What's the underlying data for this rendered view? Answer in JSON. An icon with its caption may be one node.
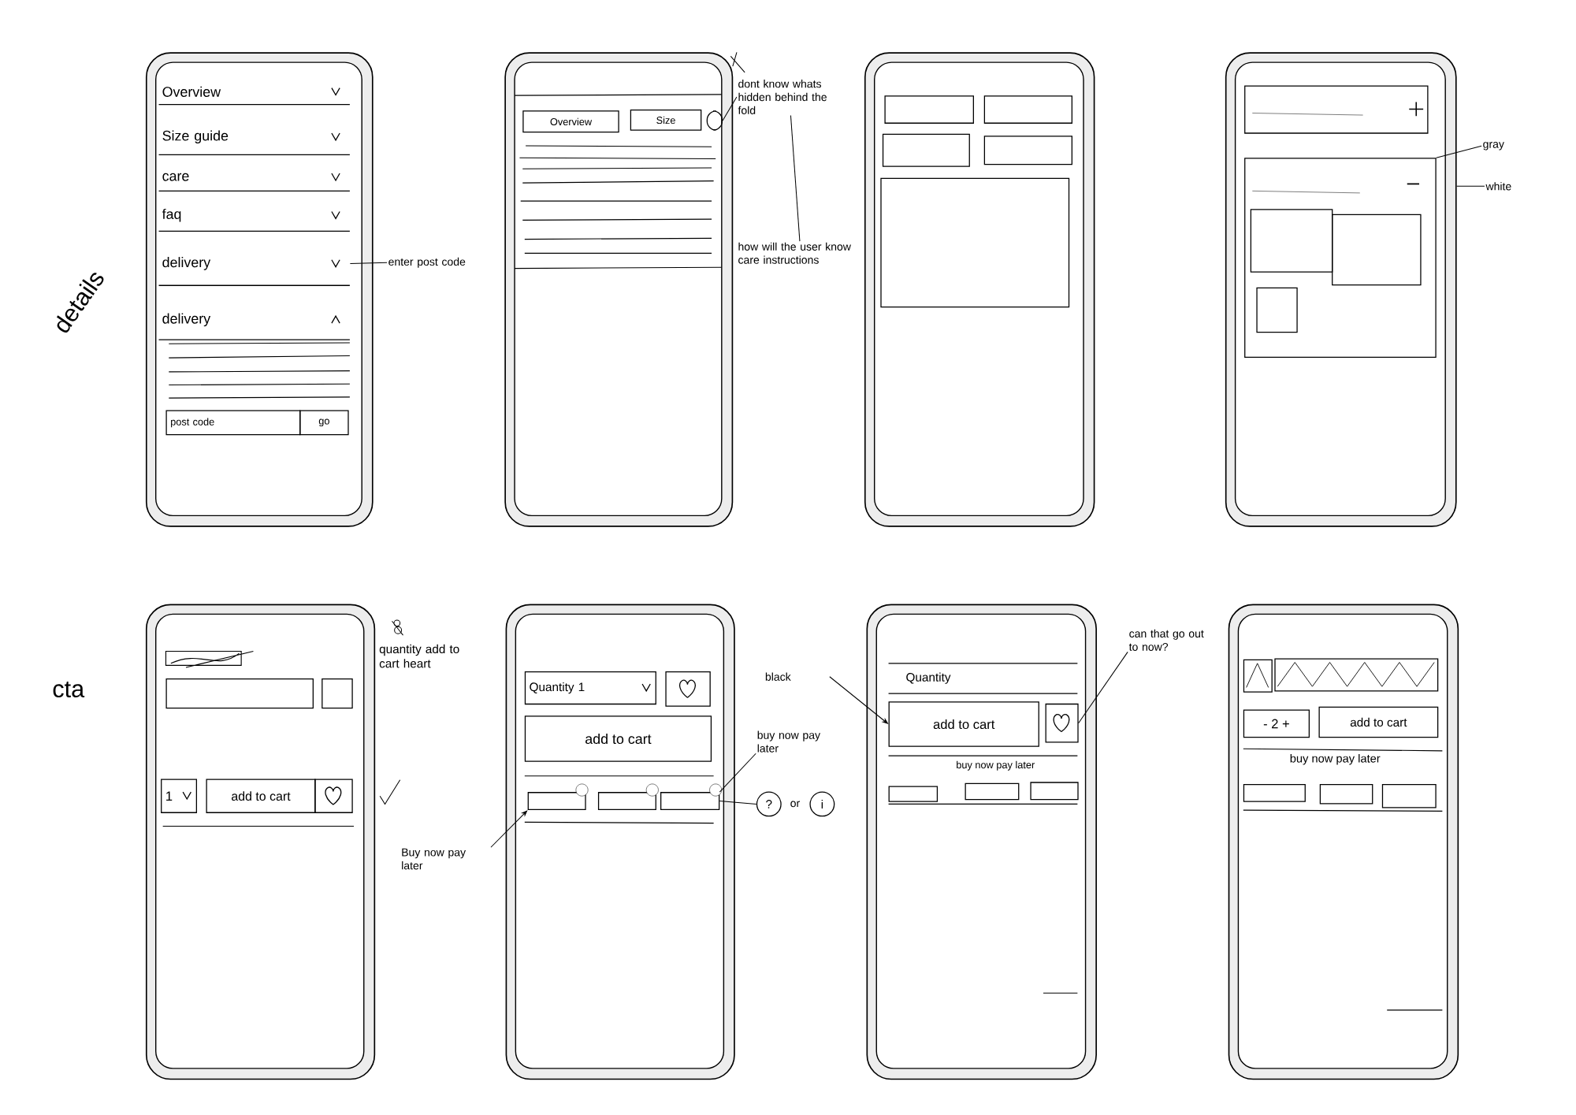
{
  "diagram": {
    "nodes": [
      {
        "text": [],
        "shape": "phone"
      },
      {
        "text": [
          "Overview"
        ],
        "in": 0
      },
      {
        "text": [
          "Size guide"
        ],
        "in": 0
      },
      {
        "text": [
          "care"
        ],
        "in": 0
      },
      {
        "text": [
          "faq"
        ],
        "in": 0
      },
      {
        "text": [
          "delivery"
        ],
        "in": 0
      },
      {
        "text": [
          "delivery"
        ],
        "in": 0
      },
      {
        "text": [
          "post code"
        ],
        "in": 0
      },
      {
        "text": [
          "go"
        ],
        "in": 0
      },
      {
        "text": [
          "enter post code"
        ]
      },
      {
        "text": [],
        "shape": "phone"
      },
      {
        "text": [
          "Overview"
        ],
        "in": 10
      },
      {
        "text": [
          "Size"
        ],
        "in": 10
      },
      {
        "text": [],
        "shape": "pill",
        "in": 10
      },
      {
        "text": [
          "dont know whats hidden behind the fold"
        ]
      },
      {
        "text": [
          "how will the user know care instructions"
        ]
      },
      {
        "text": [],
        "shape": "phone"
      },
      {
        "text": [],
        "shape": "box",
        "in": 16
      },
      {
        "text": [],
        "shape": "box",
        "in": 16
      },
      {
        "text": [],
        "shape": "box",
        "in": 16
      },
      {
        "text": [],
        "shape": "box",
        "in": 16
      },
      {
        "text": [],
        "shape": "box",
        "in": 16
      },
      {
        "text": [],
        "shape": "phone"
      },
      {
        "text": [],
        "shape": "box",
        "in": 22
      },
      {
        "text": [],
        "shape": "box",
        "in": 22
      },
      {
        "text": [],
        "shape": "box",
        "in": 24
      },
      {
        "text": [],
        "shape": "box",
        "in": 24
      },
      {
        "text": [],
        "shape": "box",
        "in": 24
      },
      {
        "text": [
          "gray"
        ]
      },
      {
        "text": [
          "white"
        ]
      },
      {
        "text": [],
        "shape": "phone"
      },
      {
        "text": [],
        "shape": "box",
        "in": 30
      },
      {
        "text": [],
        "shape": "box",
        "in": 30
      },
      {
        "text": [
          "1"
        ],
        "in": 30
      },
      {
        "text": [
          "add to cart"
        ],
        "in": 30
      },
      {
        "text": [],
        "shape": "box",
        "in": 30
      },
      {
        "text": [],
        "shape": "phone"
      },
      {
        "text": [
          "Quantity 1"
        ],
        "in": 36
      },
      {
        "text": [],
        "shape": "box",
        "in": 36
      },
      {
        "text": [
          "add to cart"
        ],
        "in": 36
      },
      {
        "text": [],
        "shape": "box",
        "in": 36
      },
      {
        "text": [],
        "shape": "box",
        "in": 36
      },
      {
        "text": [],
        "shape": "box",
        "in": 36
      },
      {
        "text": [
          "?"
        ]
      },
      {
        "text": [
          "i"
        ]
      },
      {
        "text": [
          "buy now pay later"
        ]
      },
      {
        "text": [
          "Buy now pay later"
        ]
      },
      {
        "text": [],
        "shape": "phone"
      },
      {
        "text": [
          "add to cart"
        ],
        "in": 47
      },
      {
        "text": [],
        "shape": "box",
        "in": 47
      },
      {
        "text": [],
        "shape": "box",
        "in": 47
      },
      {
        "text": [],
        "shape": "box",
        "in": 47
      },
      {
        "text": [],
        "shape": "box",
        "in": 47
      },
      {
        "text": [
          "black"
        ]
      },
      {
        "text": [
          "can that go out to now?"
        ]
      },
      {
        "text": [],
        "shape": "phone"
      },
      {
        "text": [],
        "shape": "box",
        "in": 55
      },
      {
        "text": [],
        "shape": "box",
        "in": 55
      },
      {
        "text": [
          "- 2 +"
        ],
        "in": 55
      },
      {
        "text": [
          "add to cart"
        ],
        "in": 55
      },
      {
        "text": [],
        "shape": "box",
        "in": 55
      },
      {
        "text": [],
        "shape": "box",
        "in": 55
      },
      {
        "text": [],
        "shape": "box",
        "in": 55
      }
    ],
    "edges": [
      {
        "from": 9,
        "to": 5,
        "arrow": "none"
      },
      {
        "from": 14,
        "to": 13,
        "arrow": "none"
      },
      {
        "from": 14,
        "to": 15,
        "arrow": "none"
      },
      {
        "from": 28,
        "to": 24,
        "arrow": "none"
      },
      {
        "from": 29,
        "to": 22,
        "arrow": "none"
      },
      {
        "from": 45,
        "to": 42,
        "arrow": "none"
      },
      {
        "from": 42,
        "to": 43,
        "arrow": "none"
      },
      {
        "from": 46,
        "to": 40,
        "arrow": "to"
      },
      {
        "from": 53,
        "to": 48,
        "arrow": "to"
      },
      {
        "from": 54,
        "to": 49,
        "arrow": "none"
      }
    ],
    "labels": [
      "details",
      "cta",
      "quantity add to cart heart",
      "or",
      "Quantity",
      "buy now pay later",
      "buy now pay later"
    ]
  }
}
